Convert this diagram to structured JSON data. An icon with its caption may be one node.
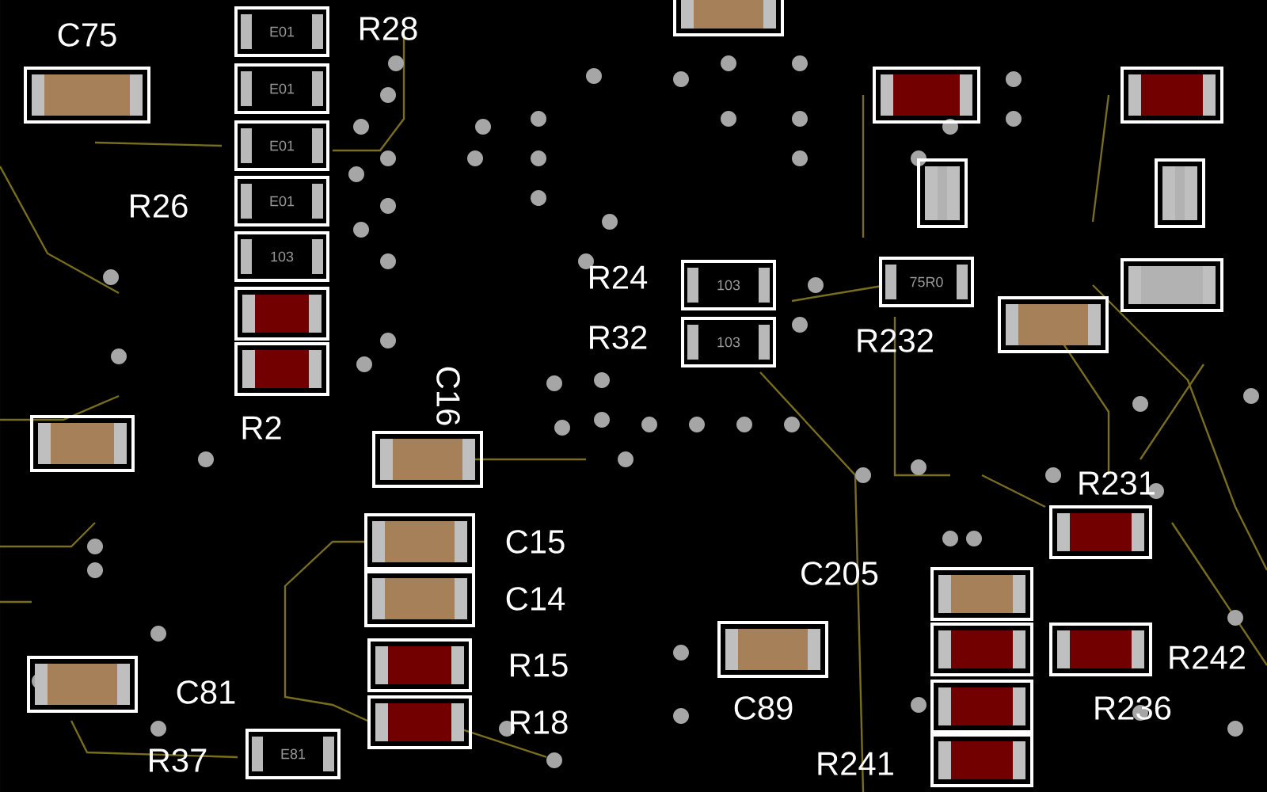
{
  "diagram": {
    "nodes": [
      {
        "text": [
          "E01"
        ]
      },
      {
        "text": [
          "E01"
        ]
      },
      {
        "text": [
          "E01"
        ]
      },
      {
        "text": [
          "E01"
        ]
      },
      {
        "text": [
          "103"
        ]
      },
      {
        "text": [
          "103"
        ]
      },
      {
        "text": [
          "103"
        ]
      },
      {
        "text": [
          "75R0"
        ]
      },
      {
        "text": [
          "E81"
        ]
      }
    ],
    "edges": [],
    "labels": [
      "C75",
      "R28",
      "R26",
      "R24",
      "R32",
      "R232",
      "C16",
      "R2",
      "R231",
      "C15",
      "C205",
      "C14",
      "R15",
      "R242",
      "C81",
      "C89",
      "R236",
      "R18",
      "R37",
      "R241"
    ]
  }
}
